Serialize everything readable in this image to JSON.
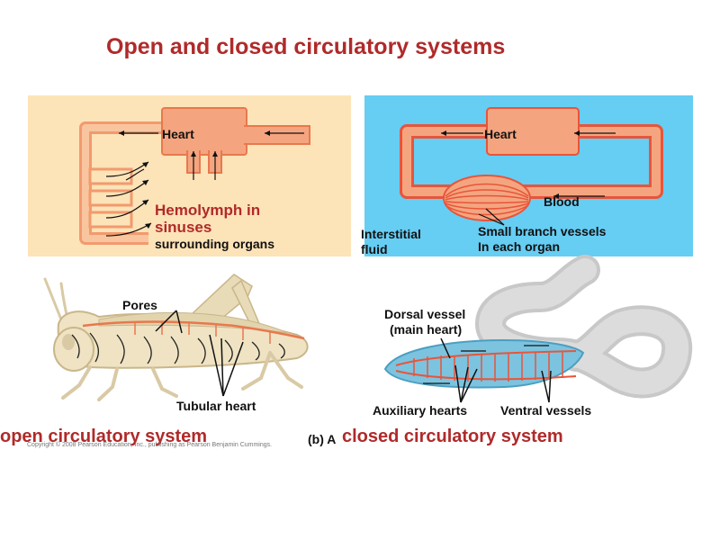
{
  "title": "Open and closed circulatory systems",
  "panel_a": {
    "heart_label": "Heart",
    "hemolymph_label_line1": "Hemolymph in",
    "hemolymph_label_line2": "sinuses",
    "surrounding_label": "surrounding organs"
  },
  "panel_b": {
    "heart_label": "Heart",
    "blood_label": "Blood",
    "interstitial_line1": "Interstitial",
    "interstitial_line2": "fluid",
    "small_branch_line1": "Small branch vessels",
    "small_branch_line2": "In each organ"
  },
  "grasshopper": {
    "pores_label": "Pores",
    "tubular_heart_label": "Tubular heart"
  },
  "earthworm": {
    "dorsal_line1": "Dorsal vessel",
    "dorsal_line2": "(main heart)",
    "auxiliary_label": "Auxiliary hearts",
    "ventral_label": "Ventral vessels"
  },
  "captions": {
    "open": "open circulatory system",
    "copyright": "Copyright © 2008 Pearson Education, Inc., publishing as Pearson Benjamin Cummings.",
    "closed_prefix": "(b) A",
    "closed": "closed circulatory system"
  },
  "colors": {
    "title_red": "#b02a2a",
    "panel_a_bg": "#fde3b8",
    "panel_b_bg": "#66cdf3",
    "vessel_fill": "#f4a57f",
    "vessel_stroke": "#e8553a"
  }
}
